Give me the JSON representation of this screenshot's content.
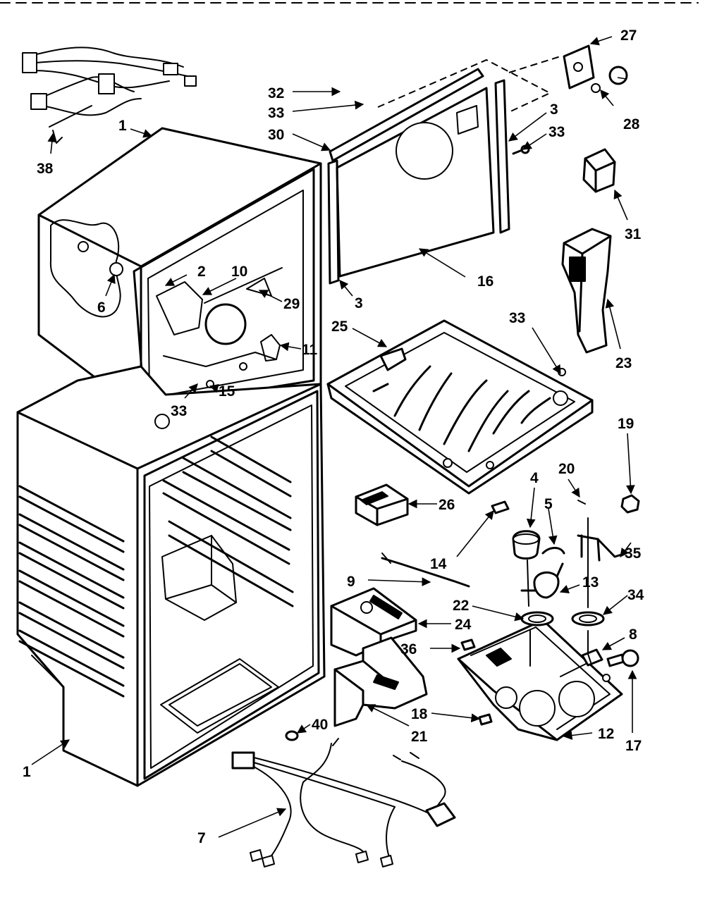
{
  "diagram": {
    "callouts": [
      "1",
      "2",
      "3",
      "4",
      "5",
      "6",
      "7",
      "8",
      "9",
      "10",
      "11",
      "12",
      "13",
      "14",
      "15",
      "16",
      "17",
      "18",
      "19",
      "20",
      "21",
      "22",
      "23",
      "24",
      "25",
      "26",
      "27",
      "28",
      "29",
      "30",
      "31",
      "32",
      "33",
      "34",
      "35",
      "36",
      "38",
      "40"
    ]
  }
}
